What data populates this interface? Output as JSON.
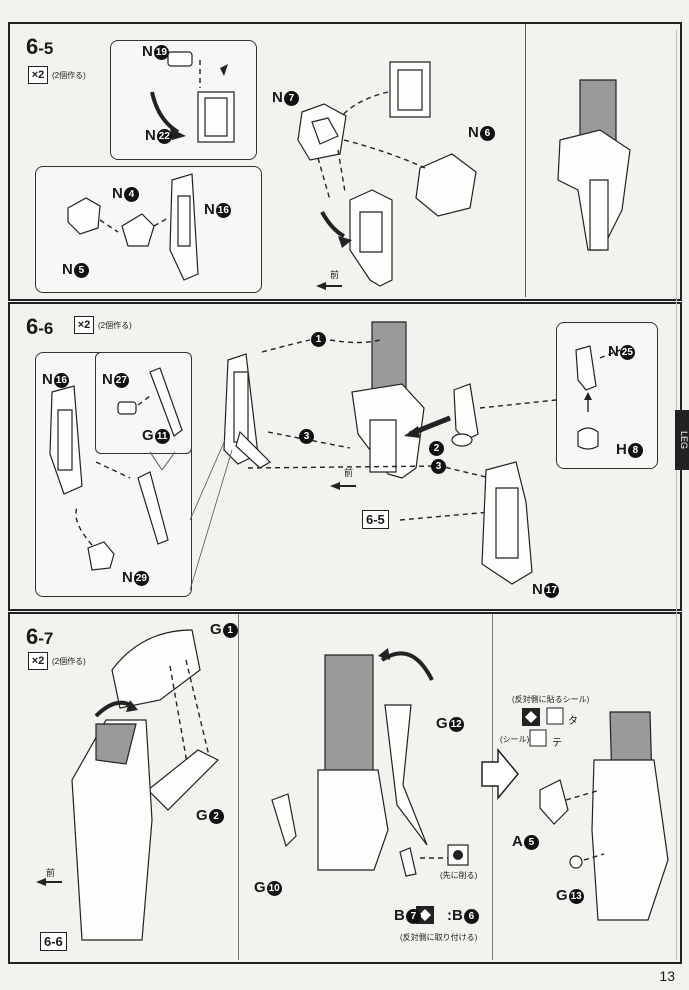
{
  "page_number": "13",
  "side_tab": "LEG",
  "steps": {
    "s65": {
      "num": "6",
      "sub": "-5",
      "times": "×2",
      "note": "(2個作る)"
    },
    "s66": {
      "num": "6",
      "sub": "-6",
      "times": "×2",
      "note": "(2個作る)"
    },
    "s67": {
      "num": "6",
      "sub": "-7",
      "times": "×2",
      "note": "(2個作る)"
    }
  },
  "labels": {
    "n19": "N",
    "n19b": "19",
    "n22": "N",
    "n22b": "22",
    "n7": "N",
    "n7b": "7",
    "n6": "N",
    "n6b": "6",
    "n4": "N",
    "n4b": "4",
    "n16a": "N",
    "n16ab": "16",
    "n5": "N",
    "n5b": "5",
    "n16b": "N",
    "n16bb": "16",
    "n27": "N",
    "n27b": "27",
    "g11": "G",
    "g11b": "11",
    "n29": "N",
    "n29b": "29",
    "n25": "N",
    "n25b": "25",
    "h8": "H",
    "h8b": "8",
    "n17": "N",
    "n17b": "17",
    "g1": "G",
    "g1b": "1",
    "g2": "G",
    "g2b": "2",
    "g12": "G",
    "g12b": "12",
    "g10": "G",
    "g10b": "10",
    "a5": "A",
    "a5b": "5",
    "g13": "G",
    "g13b": "13",
    "b7": "B",
    "b7b": "7",
    "b6": "B",
    "b6b": "6"
  },
  "refs": {
    "r65": "6-5",
    "r66": "6-6"
  },
  "order": {
    "o1": "1",
    "o2": "2",
    "o3": "3"
  },
  "front_label": "前",
  "notes": {
    "seal_opp": "(反対側に貼るシール)",
    "seal": "(シール)",
    "seal_ta": "タ",
    "seal_te": "テ",
    "first_cut": "(先に削る)",
    "opp_attach": "(反対側に取り付ける)"
  }
}
